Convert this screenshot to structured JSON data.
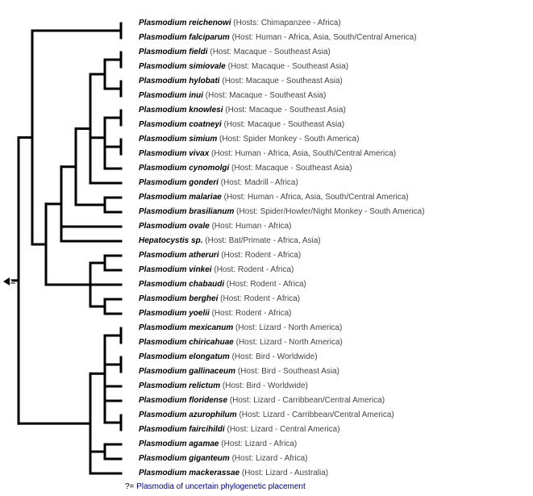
{
  "leaves": [
    {
      "taxon": "Plasmodium reichenowi",
      "host": "(Hosts: Chimapanzee - Africa)"
    },
    {
      "taxon": "Plasmodium falciparum",
      "host": "(Host: Human - Africa, Asia, South/Central America)"
    },
    {
      "taxon": "Plasmodium fieldi",
      "host": "(Host: Macaque - Southeast Asia)"
    },
    {
      "taxon": "Plasmodium simiovale",
      "host": "(Host: Macaque - Southeast Asia)"
    },
    {
      "taxon": "Plasmodium hylobati",
      "host": "(Host: Macaque - Southeast Asia)"
    },
    {
      "taxon": "Plasmodium inui",
      "host": "(Host: Macaque - Southeast Asia)"
    },
    {
      "taxon": "Plasmodium knowlesi",
      "host": "(Host: Macaque - Southeast Asia)"
    },
    {
      "taxon": "Plasmodium coatneyi",
      "host": "(Host: Macaque - Southeast Asia)"
    },
    {
      "taxon": "Plasmodium simium",
      "host": "(Host: Spider Monkey - South America)"
    },
    {
      "taxon": "Plasmodium vivax",
      "host": "(Host: Human - Africa, Asia, South/Central America)"
    },
    {
      "taxon": "Plasmodium cynomolgi",
      "host": "(Host: Macaque - Southeast Asia)"
    },
    {
      "taxon": "Plasmodium gonderi",
      "host": "(Host: Madrill - Africa)"
    },
    {
      "taxon": "Plasmodium malariae",
      "host": "(Host: Human - Africa, Asia, South/Central America)"
    },
    {
      "taxon": "Plasmodium brasilianum",
      "host": "(Host: Spider/Howler/Night Monkey - South America)"
    },
    {
      "taxon": "Plasmodium ovale",
      "host": "(Host: Human - Africa)"
    },
    {
      "taxon": "Hepatocystis sp.",
      "host": "(Host: Bat/Primate - Africa, Asia)"
    },
    {
      "taxon": "Plasmodium atheruri",
      "host": "(Host: Rodent - Africa)"
    },
    {
      "taxon": "Plasmodium vinkei",
      "host": "(Host: Rodent - Africa)"
    },
    {
      "taxon": "Plasmodium chabaudi",
      "host": "(Host: Rodent - Africa)"
    },
    {
      "taxon": "Plasmodium berghei",
      "host": "(Host: Rodent - Africa)"
    },
    {
      "taxon": "Plasmodium yoelii",
      "host": "(Host: Rodent - Africa)"
    },
    {
      "taxon": "Plasmodium mexicanum",
      "host": "(Host: Lizard - North America)"
    },
    {
      "taxon": "Plasmodium chiricahuae",
      "host": "(Host: Lizard - North America)"
    },
    {
      "taxon": "Plasmodium elongatum",
      "host": "(Host: Bird - Worldwide)"
    },
    {
      "taxon": "Plasmodium gallinaceum",
      "host": "(Host: Bird - Southeast Asia)"
    },
    {
      "taxon": "Plasmodium relictum",
      "host": "(Host: Bird - Worldwide)"
    },
    {
      "taxon": "Plasmodium floridense",
      "host": "(Host: Lizard - Carribbean/Central America)"
    },
    {
      "taxon": "Plasmodium azurophilum",
      "host": "(Host: Lizard - Carribbean/Central America)"
    },
    {
      "taxon": "Plasmodium faircihildi",
      "host": "(Host: Lizard - Central America)"
    },
    {
      "taxon": "Plasmodium agamae",
      "host": "(Host: Lizard - Africa)"
    },
    {
      "taxon": "Plasmodium giganteum",
      "host": "(Host: Lizard - Africa)"
    },
    {
      "taxon": "Plasmodium mackerassae",
      "host": "(Host: Lizard - Australia)"
    }
  ],
  "uncertain": {
    "mark": "?=",
    "label": "Plasmodia of uncertain phylogenetic placement"
  },
  "colors": {
    "branch": "#000000",
    "taxon": "#000000",
    "host": "#444444",
    "link": "#000080"
  },
  "icons": {
    "root": "left-arrow-icon"
  }
}
